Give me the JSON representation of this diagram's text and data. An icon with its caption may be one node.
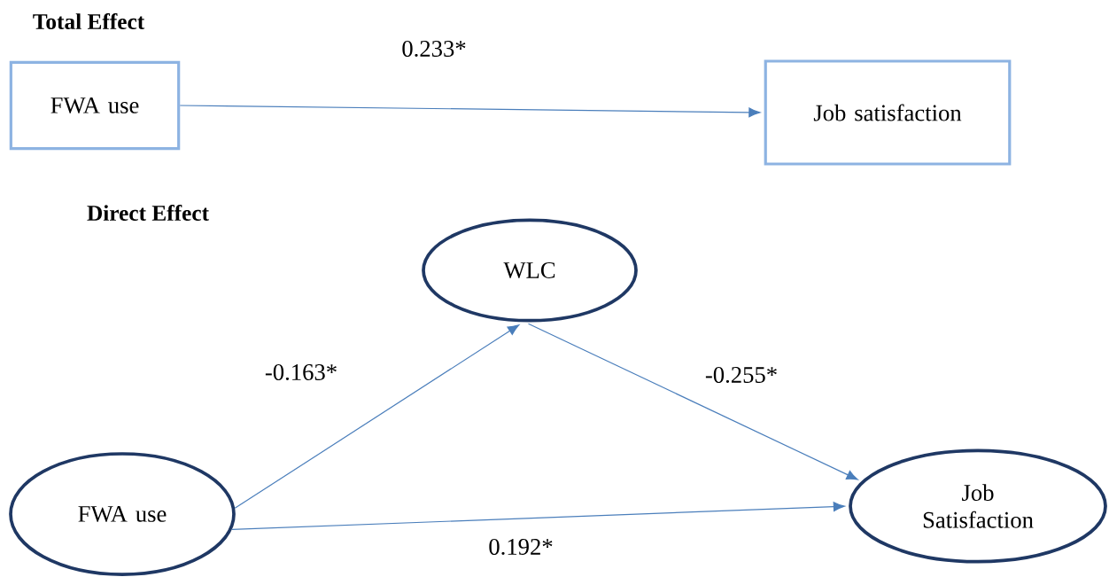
{
  "diagram": {
    "nodes": [
      {
        "text": [
          "FWA use"
        ]
      },
      {
        "text": [
          "Job satisfaction"
        ]
      },
      {
        "text": [
          "WLC"
        ]
      },
      {
        "text": [
          "FWA use"
        ]
      },
      {
        "text": [
          "Job Satisfaction"
        ]
      }
    ],
    "edges": [
      {
        "from": 0,
        "to": 1,
        "arrow": "to",
        "label": "0.233*"
      },
      {
        "from": 3,
        "to": 2,
        "arrow": "to",
        "label": "-0.163*"
      },
      {
        "from": 2,
        "to": 4,
        "arrow": "to",
        "label": "-0.255*"
      },
      {
        "from": 3,
        "to": 4,
        "arrow": "to",
        "label": "0.192*"
      }
    ],
    "labels": [
      "Total Effect",
      "Direct Effect"
    ]
  }
}
